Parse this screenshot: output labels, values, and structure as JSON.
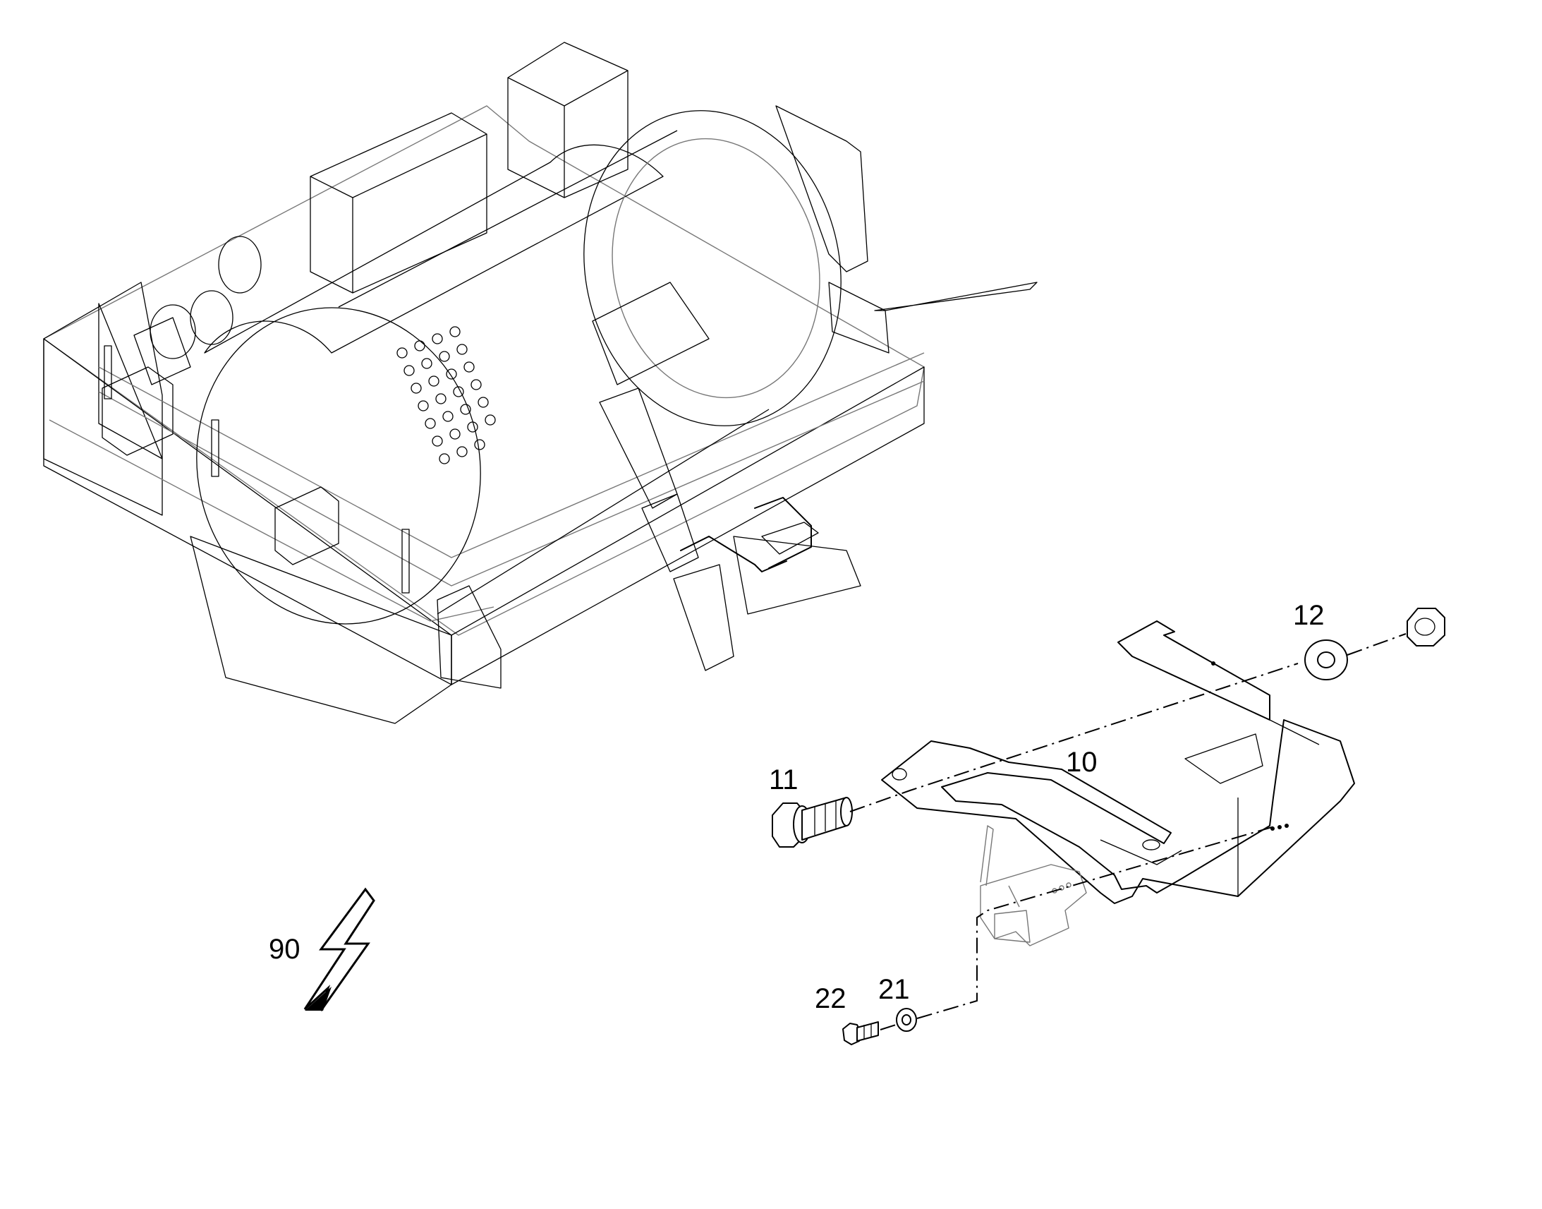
{
  "callouts": {
    "part_10": "10",
    "part_11": "11",
    "part_12": "12",
    "part_21": "21",
    "part_22": "22",
    "part_90": "90"
  },
  "icons": {
    "assembly": "sieve-drum-assembly-icon",
    "bracket": "mounting-bracket-icon",
    "bolt": "hex-bolt-icon",
    "washer": "washer-icon",
    "nut": "hex-nut-icon",
    "lightning": "lightning-bolt-icon"
  },
  "colors": {
    "line": "#000000",
    "context_line": "#777777",
    "background": "#ffffff"
  }
}
